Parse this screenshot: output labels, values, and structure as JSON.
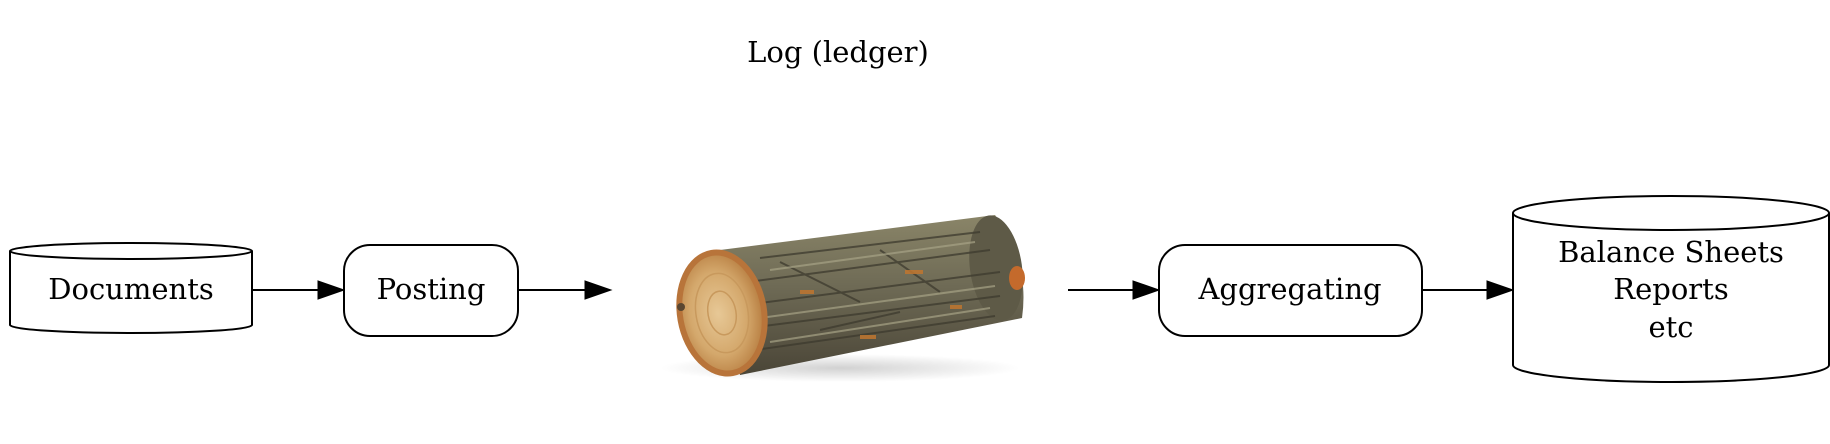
{
  "diagram": {
    "title": "Log (ledger)",
    "nodes": {
      "documents": {
        "label": "Documents",
        "shape": "cylinder"
      },
      "posting": {
        "label": "Posting",
        "shape": "rounded-rectangle"
      },
      "log": {
        "image": "wooden-log-picture"
      },
      "aggregating": {
        "label": "Aggregating",
        "shape": "rounded-rectangle"
      },
      "outputs": {
        "shape": "cylinder",
        "lines": [
          "Balance Sheets",
          "Reports",
          "etc"
        ]
      }
    },
    "edges": [
      {
        "from": "Documents",
        "to": "Posting"
      },
      {
        "from": "Posting",
        "to": "Log"
      },
      {
        "from": "Log",
        "to": "Aggregating"
      },
      {
        "from": "Aggregating",
        "to": "Balance Sheets"
      }
    ],
    "colors": {
      "stroke": "#000000",
      "background": "#ffffff",
      "bark": "#6e6a55",
      "wood": "#d8b27c"
    }
  }
}
